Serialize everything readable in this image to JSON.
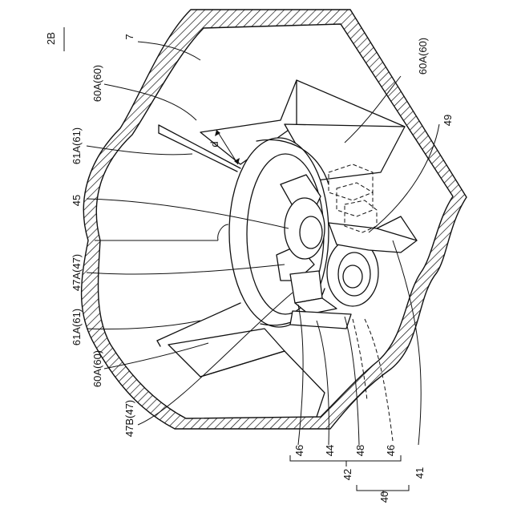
{
  "figure": {
    "label": "2B"
  },
  "labels": {
    "n7": "7",
    "n60A_top": "60A(60)",
    "n60A_right": "60A(60)",
    "n61A_top": "61A(61)",
    "d": "d",
    "n45": "45",
    "n47A": "47A(47)",
    "n61A_bottom": "61A(61)",
    "n60A_bottom": "60A(60)",
    "n47B": "47B(47)",
    "n49": "49",
    "n46a": "46",
    "n44": "44",
    "n48": "48",
    "n46b": "46",
    "n41": "41",
    "n42": "42",
    "n40": "40"
  },
  "colors": {
    "line": "#111111",
    "background": "#ffffff"
  }
}
